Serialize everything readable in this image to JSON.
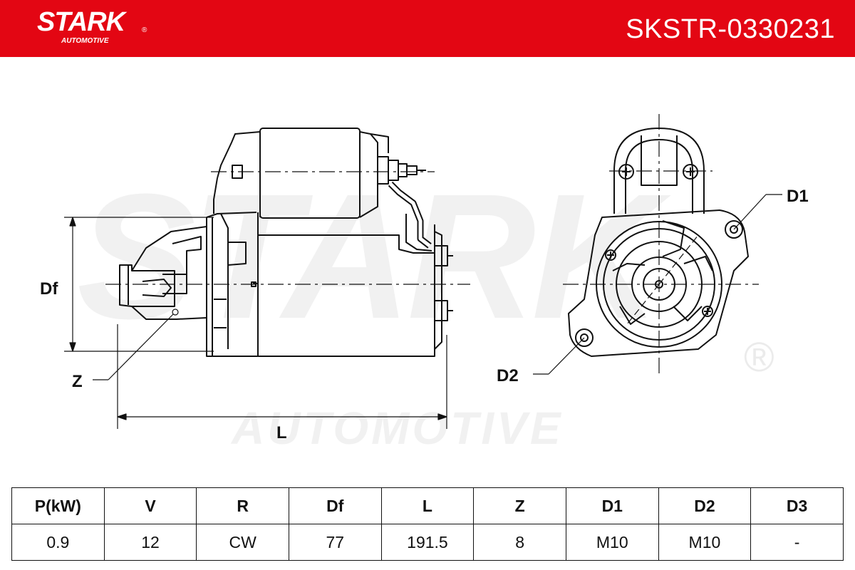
{
  "brand": {
    "name": "STARK",
    "registered": "®",
    "sub": "AUTOMOTIVE"
  },
  "part_number": "SKSTR-0330231",
  "colors": {
    "header": "#e30613",
    "line": "#111111",
    "watermark": "#f1f1f1"
  },
  "watermark": {
    "main": "STARK",
    "registered": "®",
    "sub": "AUTOMOTIVE"
  },
  "labels": {
    "df": "Df",
    "z": "Z",
    "l": "L",
    "d1": "D1",
    "d2": "D2"
  },
  "specs": {
    "headers": [
      "P(kW)",
      "V",
      "R",
      "Df",
      "L",
      "Z",
      "D1",
      "D2",
      "D3"
    ],
    "values": [
      "0.9",
      "12",
      "CW",
      "77",
      "191.5",
      "8",
      "M10",
      "M10",
      "-"
    ]
  }
}
